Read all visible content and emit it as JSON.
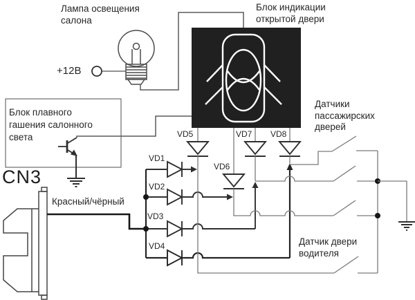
{
  "labels": {
    "lamp": [
      "Лампа освещения",
      "салона"
    ],
    "supply": "+12В",
    "indicator_block": [
      "Блок индикации",
      "открытой двери"
    ],
    "dimmer_block": [
      "Блок плавного",
      "гашения салонного",
      "света"
    ],
    "connector": "CN3",
    "wire_color_label": "Красный/чёрный",
    "passenger_sensors": [
      "Датчики",
      "пассажирских",
      "дверей"
    ],
    "driver_sensor": [
      "Датчик двери",
      "водителя"
    ]
  },
  "diodes": [
    "VD1",
    "VD2",
    "VD3",
    "VD4",
    "VD5",
    "VD6",
    "VD7",
    "VD8"
  ],
  "colors": {
    "wire_gray": "#7a7a7a",
    "wire_dark": "#2f2f2f",
    "wire_thick": "#161616",
    "indicator_block_bg": "#202020",
    "car_icon": "#ffffff",
    "text": "#262626"
  }
}
